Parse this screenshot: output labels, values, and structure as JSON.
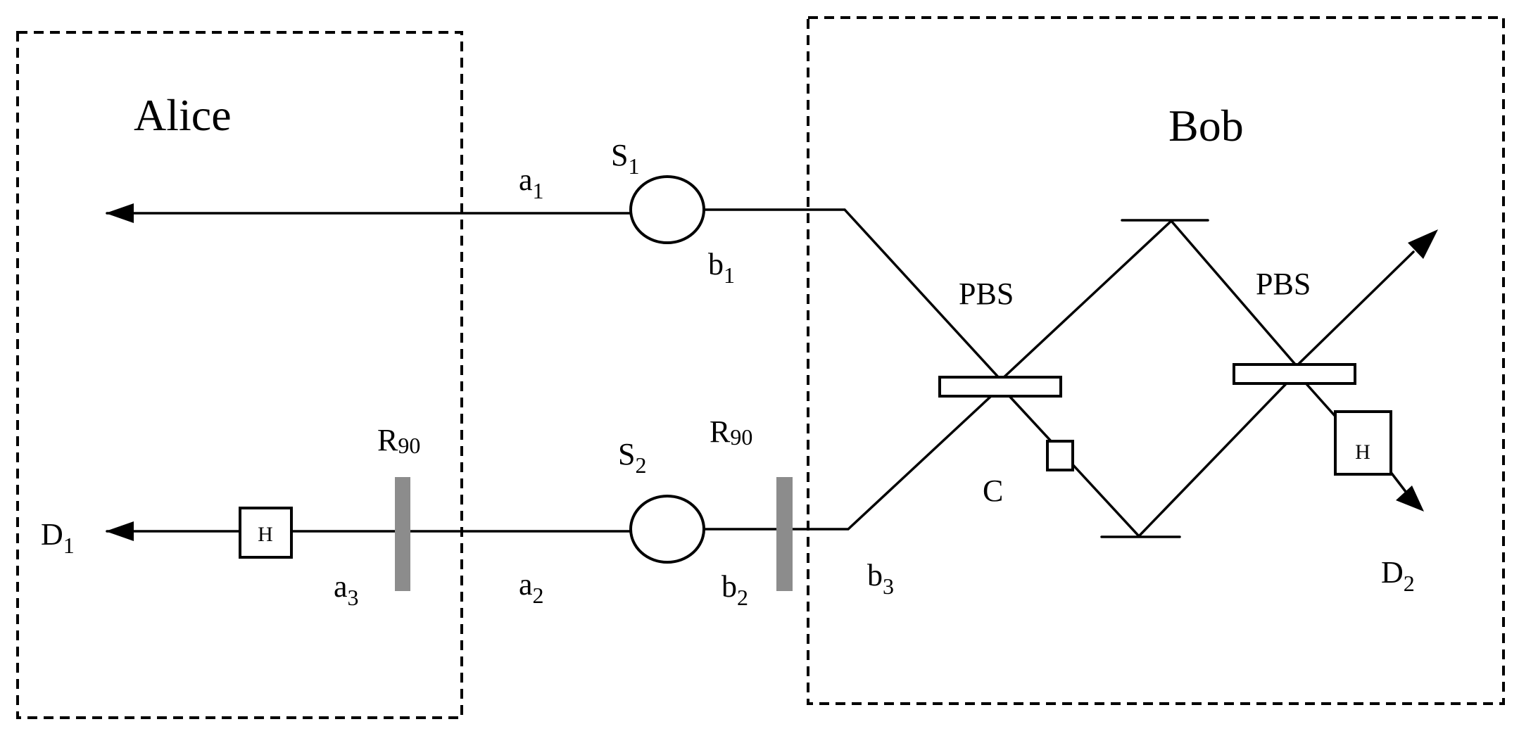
{
  "regions": {
    "alice": "Alice",
    "bob": "Bob"
  },
  "sources": {
    "s1": {
      "main": "S",
      "sub": "1"
    },
    "s2": {
      "main": "S",
      "sub": "2"
    }
  },
  "modes": {
    "a1": {
      "main": "a",
      "sub": "1"
    },
    "b1": {
      "main": "b",
      "sub": "1"
    },
    "a2": {
      "main": "a",
      "sub": "2"
    },
    "b2": {
      "main": "b",
      "sub": "2"
    },
    "a3": {
      "main": "a",
      "sub": "3"
    },
    "b3": {
      "main": "b",
      "sub": "3"
    }
  },
  "rotators": {
    "left": {
      "main": "R",
      "sub": "90"
    },
    "right": {
      "main": "R",
      "sub": "90"
    }
  },
  "splitters": {
    "left": "PBS",
    "right": "PBS"
  },
  "hadamard": {
    "alice": "H",
    "bob": "H"
  },
  "crossing_label": "C",
  "detectors": {
    "d1": {
      "main": "D",
      "sub": "1"
    },
    "d2": {
      "main": "D",
      "sub": "2"
    }
  }
}
